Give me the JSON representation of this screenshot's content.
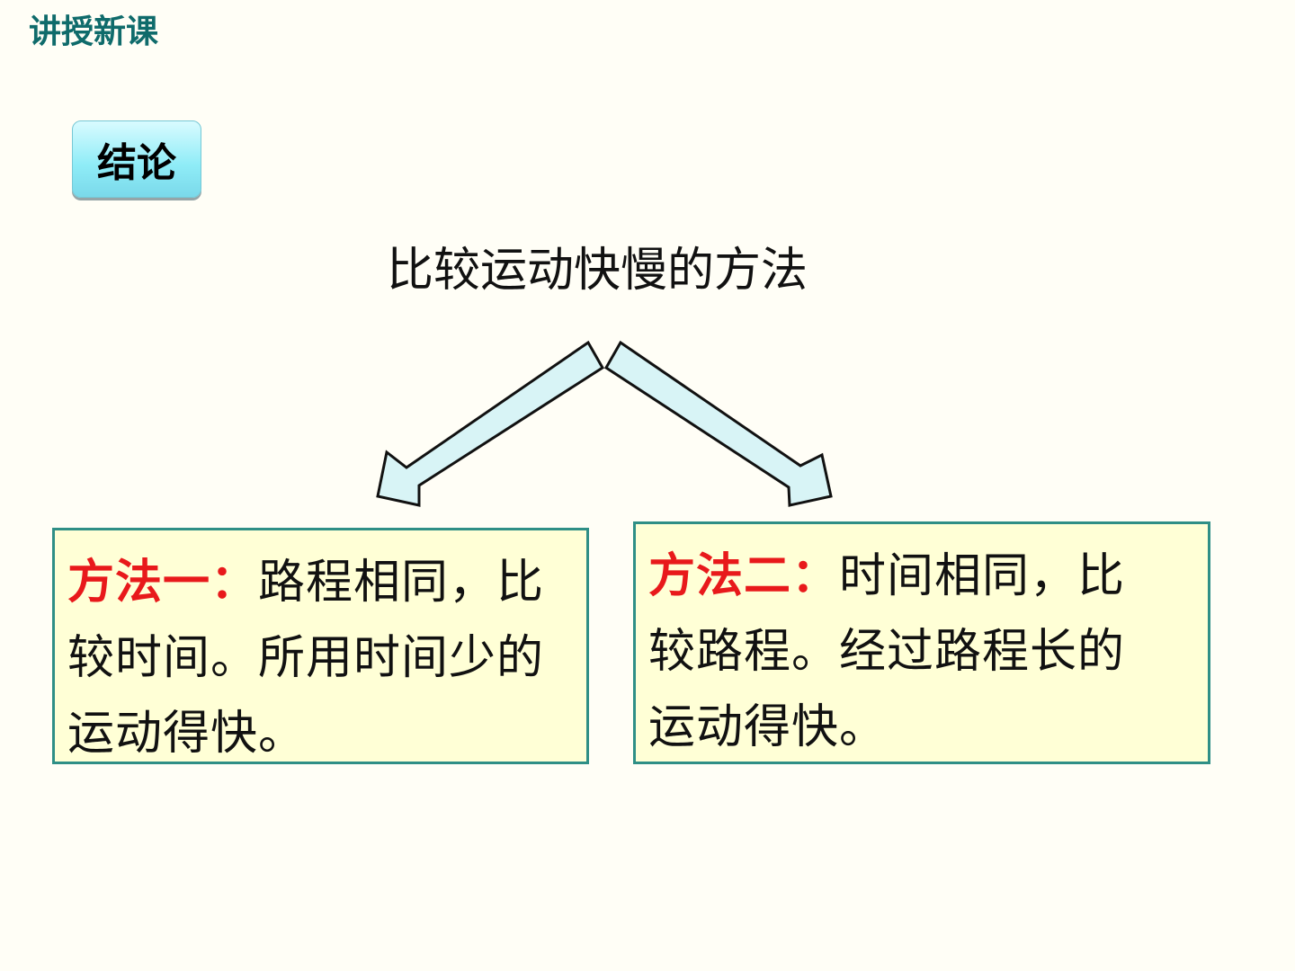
{
  "header": {
    "title": "讲授新课"
  },
  "badge": {
    "label": "结论"
  },
  "main": {
    "title": "比较运动快慢的方法"
  },
  "methods": [
    {
      "label": "方法一：",
      "text": "路程相同，比较时间。所用时间少的运动得快。"
    },
    {
      "label": "方法二：",
      "text": "时间相同，比较路程。经过路程长的运动得快。"
    }
  ],
  "colors": {
    "background": "#fffef6",
    "header": "#0f6b6b",
    "badge": "#8fecf7",
    "accent_red": "#e8191b",
    "box_fill": "#ffffd6",
    "box_border": "#2f8f86",
    "arrow_fill": "#d8f4f6"
  }
}
